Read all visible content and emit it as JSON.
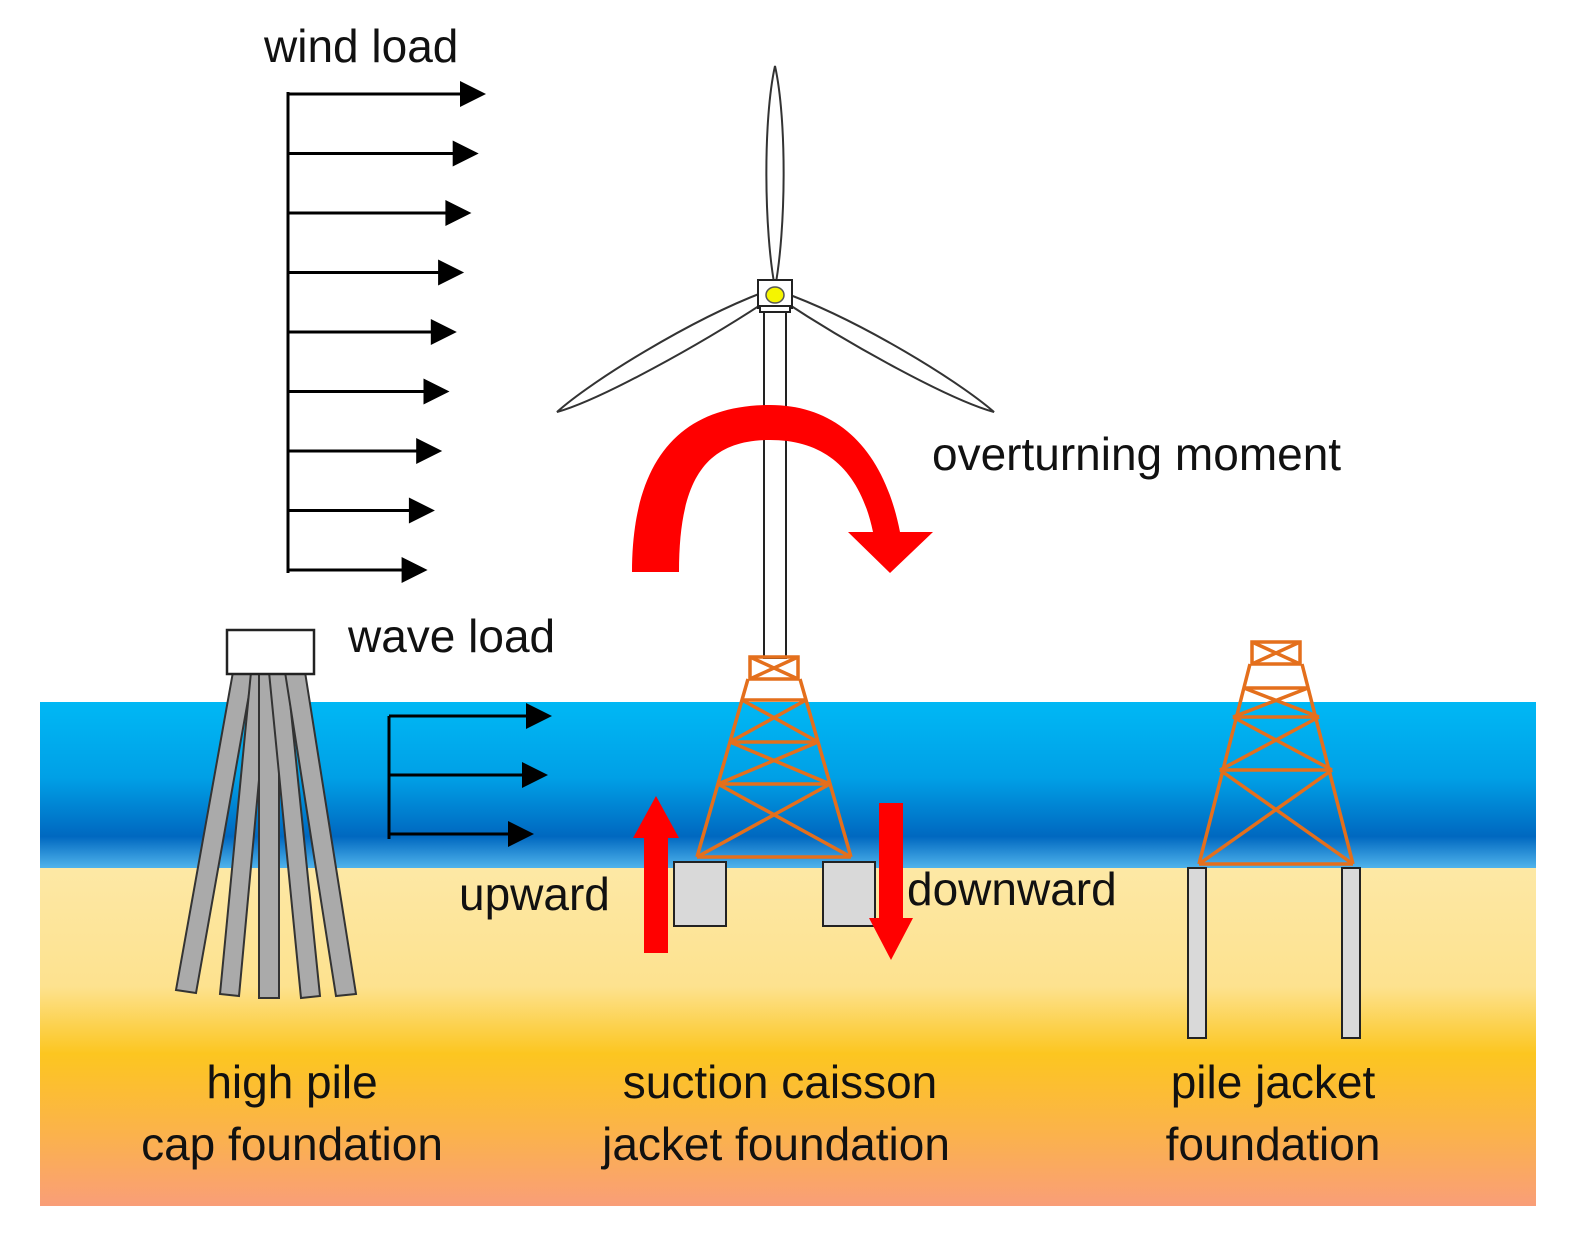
{
  "labels": {
    "wind_load": "wind load",
    "wave_load": "wave load",
    "overturning_moment": "overturning moment",
    "upward": "upward",
    "downward": "downward"
  },
  "foundations": [
    {
      "line1": "high pile",
      "line2": "cap foundation"
    },
    {
      "line1": "suction caisson",
      "line2": "jacket foundation"
    },
    {
      "line1": "pile jacket",
      "line2": "foundation"
    }
  ],
  "colors": {
    "sea_top": "#00b8f5",
    "sea_deep": "#0068c0",
    "sand_top": "#fce7a2",
    "sand_mid": "#fcc20c",
    "sand_bottom": "#f9a077",
    "jacket": "#e46f1c",
    "moment_arrow": "#ff0000",
    "pile": "#aaaaaa",
    "caisson": "#d9d9d9",
    "hub": "#f5f500"
  },
  "wind_arrows": 9,
  "wave_arrows": 3
}
